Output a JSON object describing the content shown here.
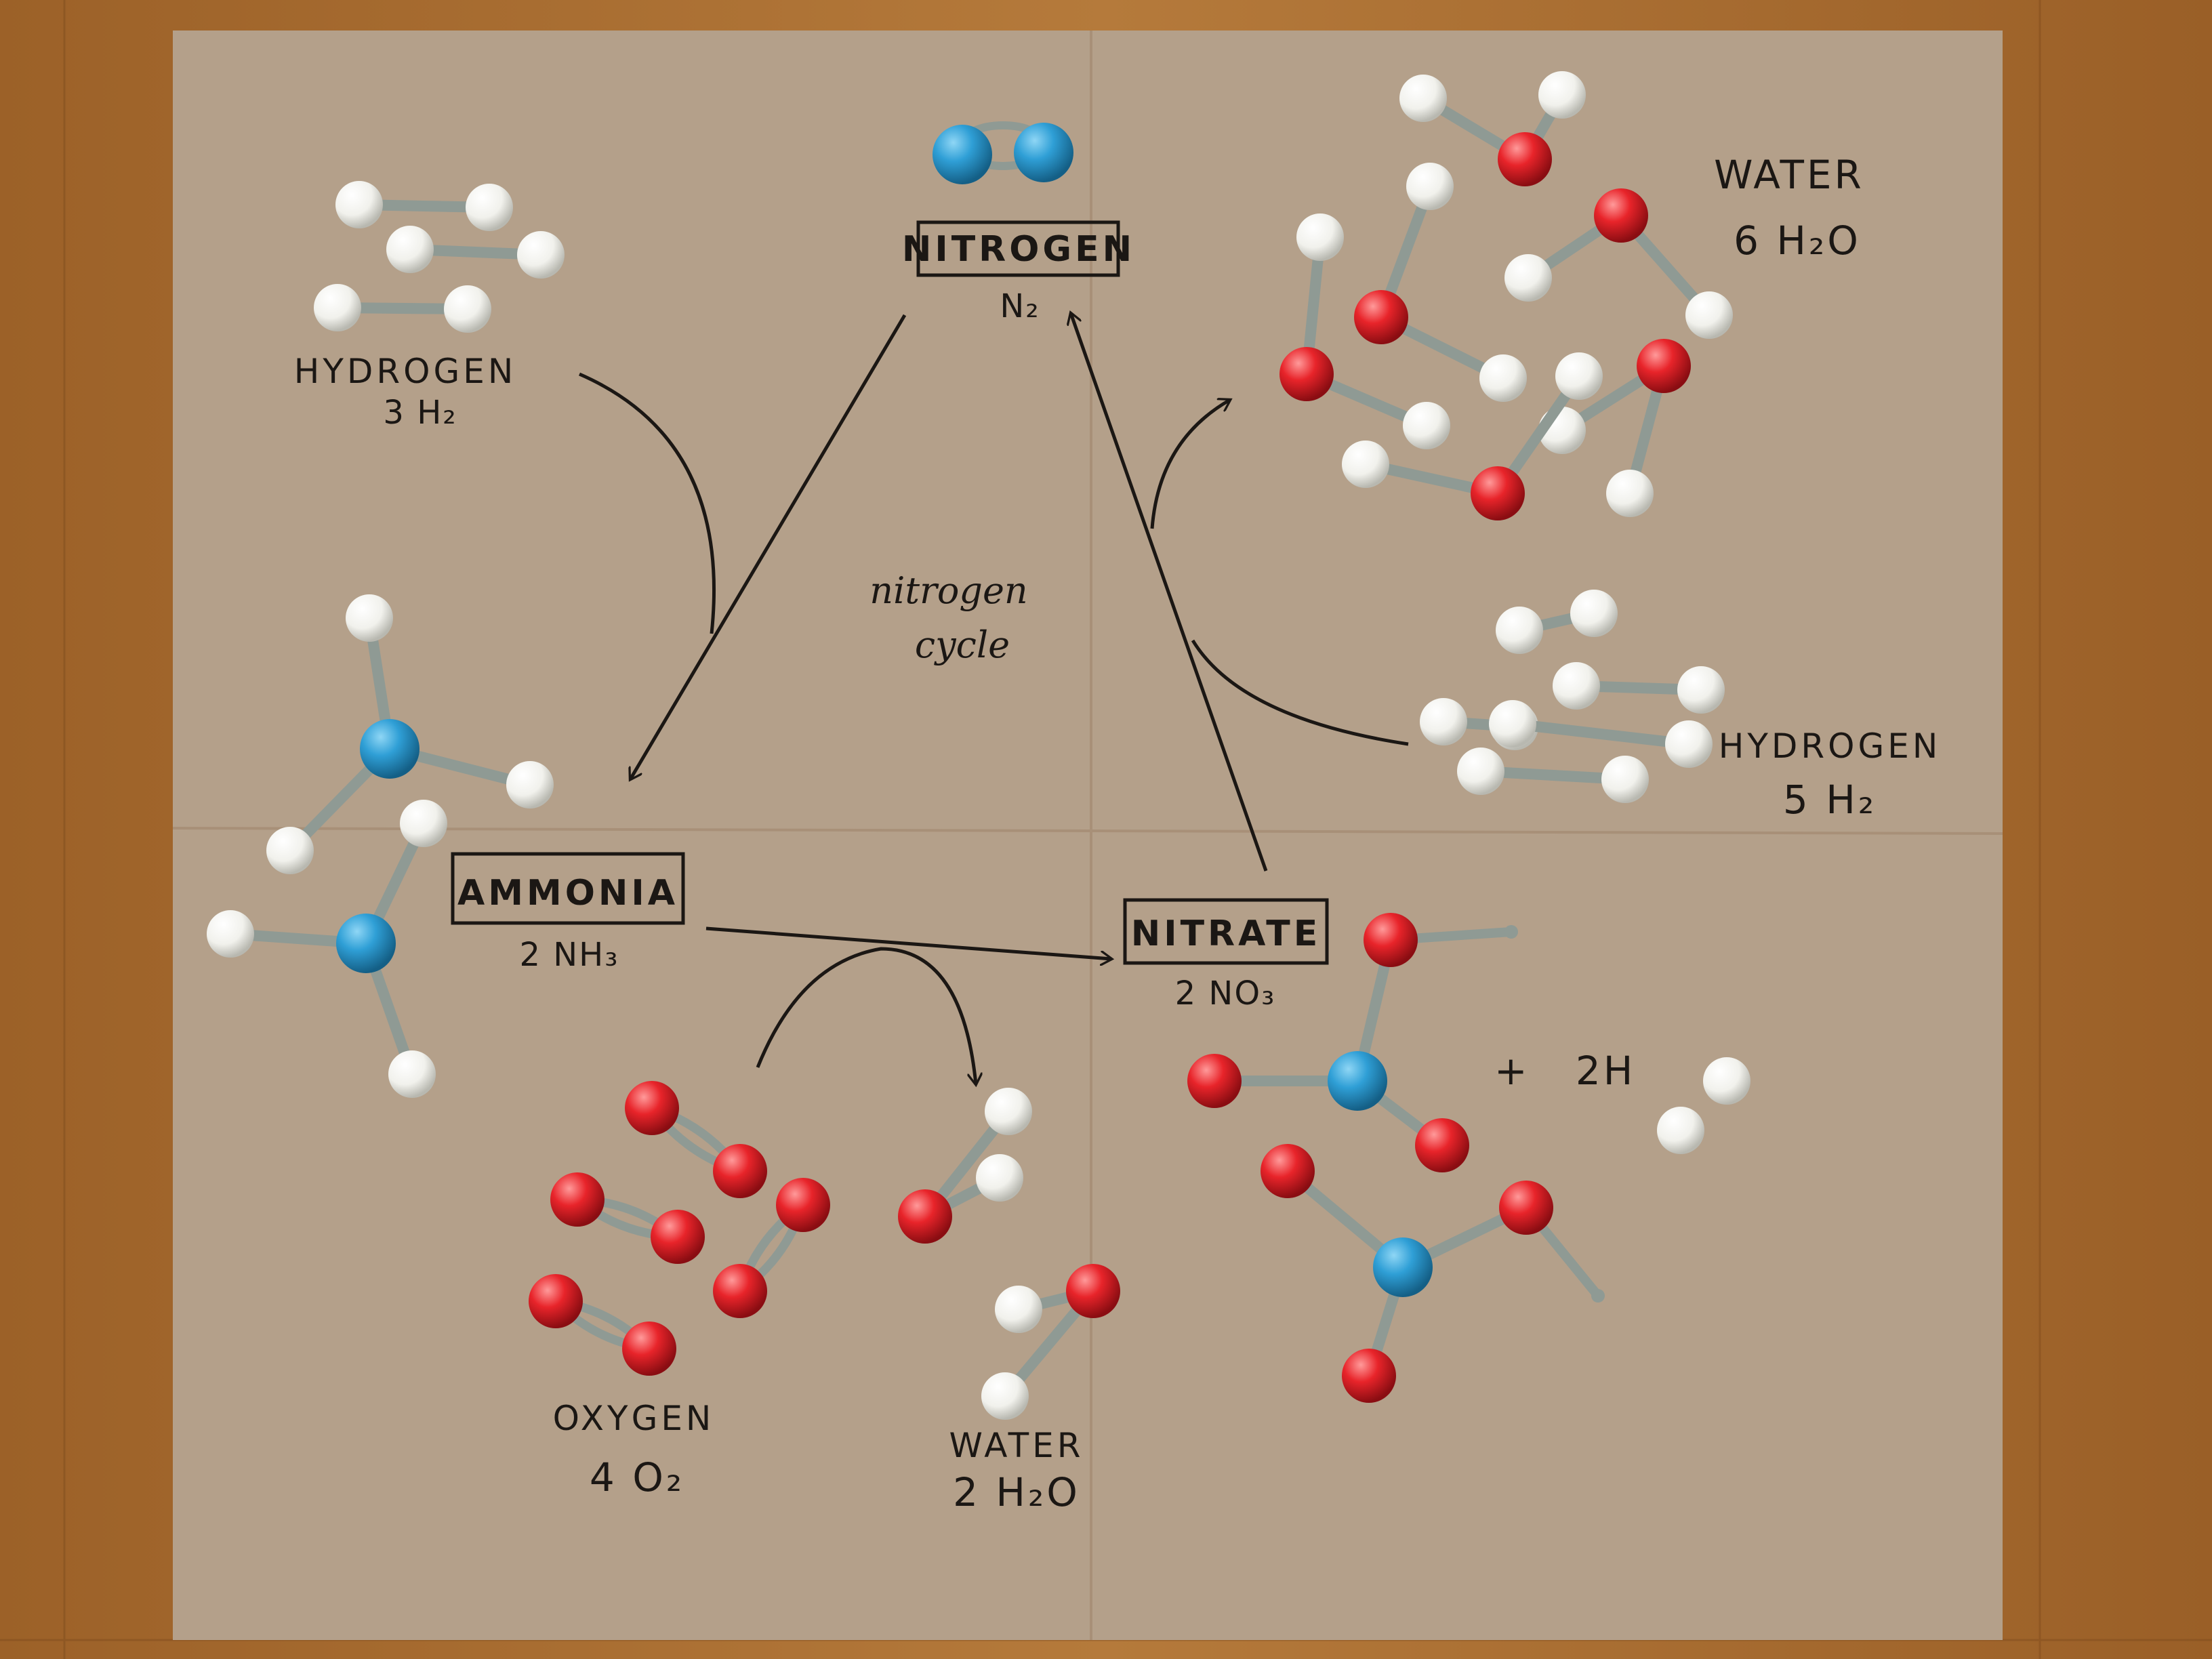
{
  "title": "nitrogen cycle",
  "title_line1": "nitrogen",
  "title_line2": "cycle",
  "labels": {
    "nitrogen": "NITROGEN",
    "nitrogen_formula": "N₂",
    "hydrogen_top": "HYDROGEN",
    "hydrogen_top_formula": "3 H₂",
    "water_top": "WATER",
    "water_top_formula": "6 H₂O",
    "ammonia": "AMMONIA",
    "ammonia_formula": "2 NH₃",
    "hydrogen_right": "HYDROGEN",
    "hydrogen_right_formula": "5 H₂",
    "nitrate": "NITRATE",
    "nitrate_formula": "2 NO₃",
    "plus_2h": "+   2H",
    "oxygen": "OXYGEN",
    "oxygen_formula": "4 O₂",
    "water_bottom": "WATER",
    "water_bottom_formula": "2 H₂O"
  },
  "colors": {
    "nitrogen_atom": "#2f9fd6",
    "oxygen_atom": "#e8242a",
    "hydrogen_atom": "#f4f4f0",
    "bond": "#8f9a94",
    "paper": "#b4a08a",
    "wood": "#a86e32",
    "ink": "#1b1714"
  }
}
